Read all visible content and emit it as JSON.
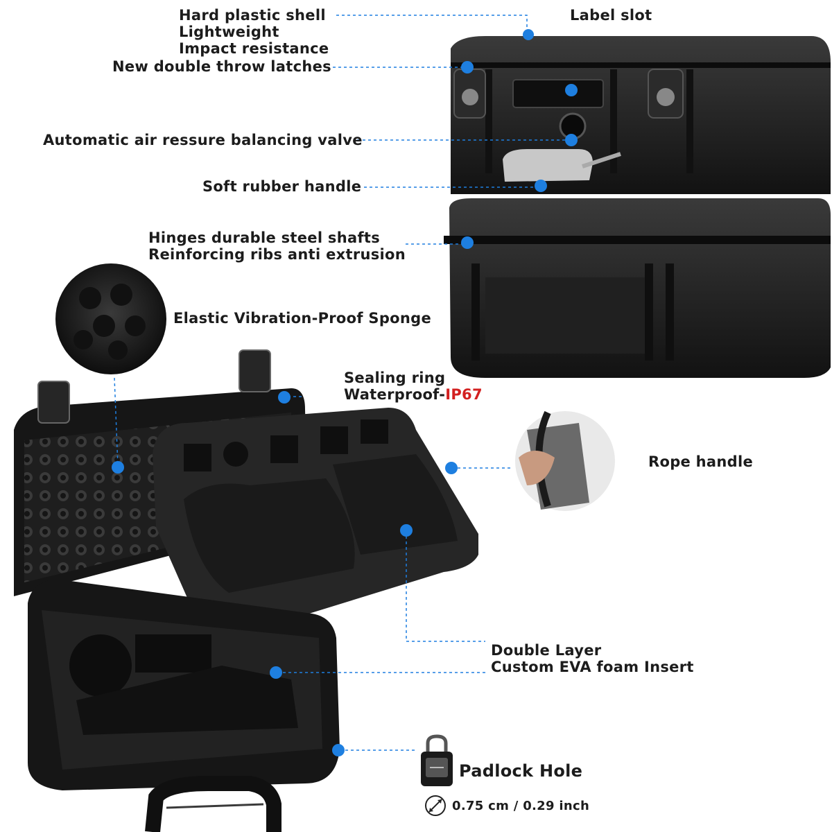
{
  "colors": {
    "accent": "#1e7fe0",
    "ip_highlight": "#d32020",
    "case_body": "#1d1d1d",
    "foam": "#2a2a2a"
  },
  "icons": [
    "padlock-icon",
    "diameter-icon"
  ],
  "labels": {
    "shell": [
      "Hard plastic shell",
      "Lightweight",
      "Impact resistance"
    ],
    "latches": "New double throw latches",
    "label_slot": "Label slot",
    "valve": "Automatic air ressure balancing valve",
    "handle": "Soft rubber handle",
    "hinges": [
      "Hinges durable steel shafts",
      "Reinforcing ribs anti extrusion"
    ],
    "sponge": "Elastic Vibration-Proof Sponge",
    "sealing": "Sealing ring",
    "waterproof_prefix": "Waterproof-",
    "waterproof_rating": "IP67",
    "rope": "Rope handle",
    "foam": [
      "Double Layer",
      "Custom EVA foam Insert"
    ],
    "padlock": "Padlock Hole",
    "padlock_size": "0.75 cm / 0.29 inch"
  }
}
